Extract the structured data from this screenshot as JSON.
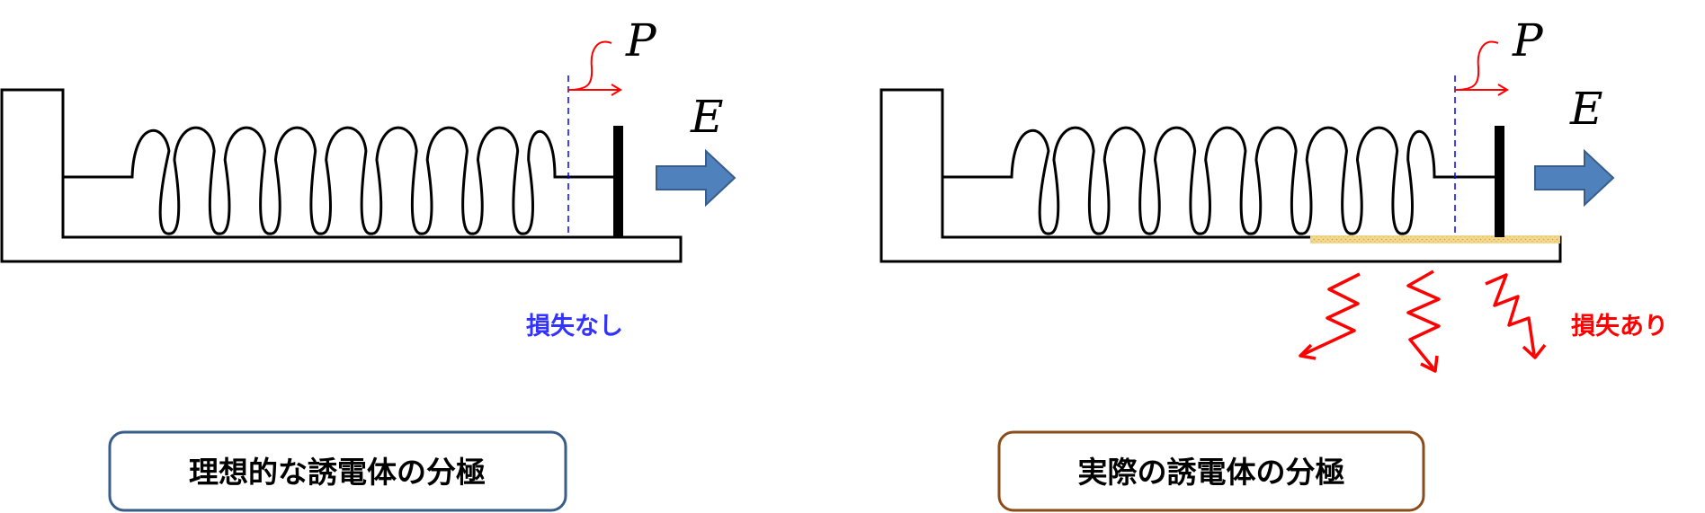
{
  "panels": [
    {
      "id": "ideal",
      "polarization_symbol": "P",
      "field_symbol": "E",
      "loss_label": "損失なし",
      "caption": "理想的な誘電体の分極"
    },
    {
      "id": "real",
      "polarization_symbol": "P",
      "field_symbol": "E",
      "loss_label": "損失あり",
      "caption": "実際の誘電体の分極"
    }
  ],
  "colors": {
    "outline": "#000000",
    "polarization_arrow": "#ff0000",
    "guide_line": "#0000ff",
    "field_arrow_fill": "#4f81bd",
    "field_arrow_stroke": "#385d8a",
    "no_loss_text": "#3333ff",
    "loss_text": "#ff0000",
    "friction_layer": "#f4d88c",
    "caption_ideal_border": "#385d8a",
    "caption_real_border": "#8a4c1b"
  },
  "icons": {
    "field_arrow": "right-arrow-icon",
    "heat_loss": "wavy-heat-arrow-icon"
  }
}
